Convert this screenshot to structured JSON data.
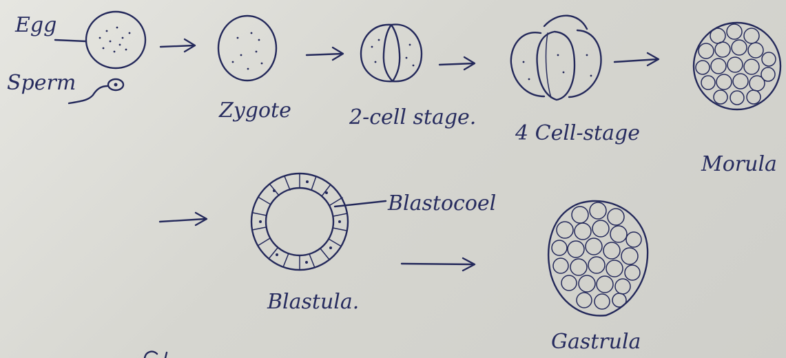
{
  "labels": {
    "egg": "Egg",
    "sperm": "Sperm",
    "zygote": "Zygote",
    "two_cell": "2-cell stage.",
    "four_cell": "4 Cell-stage",
    "morula": "Morula",
    "blastocoel": "Blastocoel",
    "blastula": "Blastula.",
    "gastrula": "Gastrula"
  },
  "colors": {
    "ink": "#23285a",
    "paper": "#e2e2dd"
  }
}
